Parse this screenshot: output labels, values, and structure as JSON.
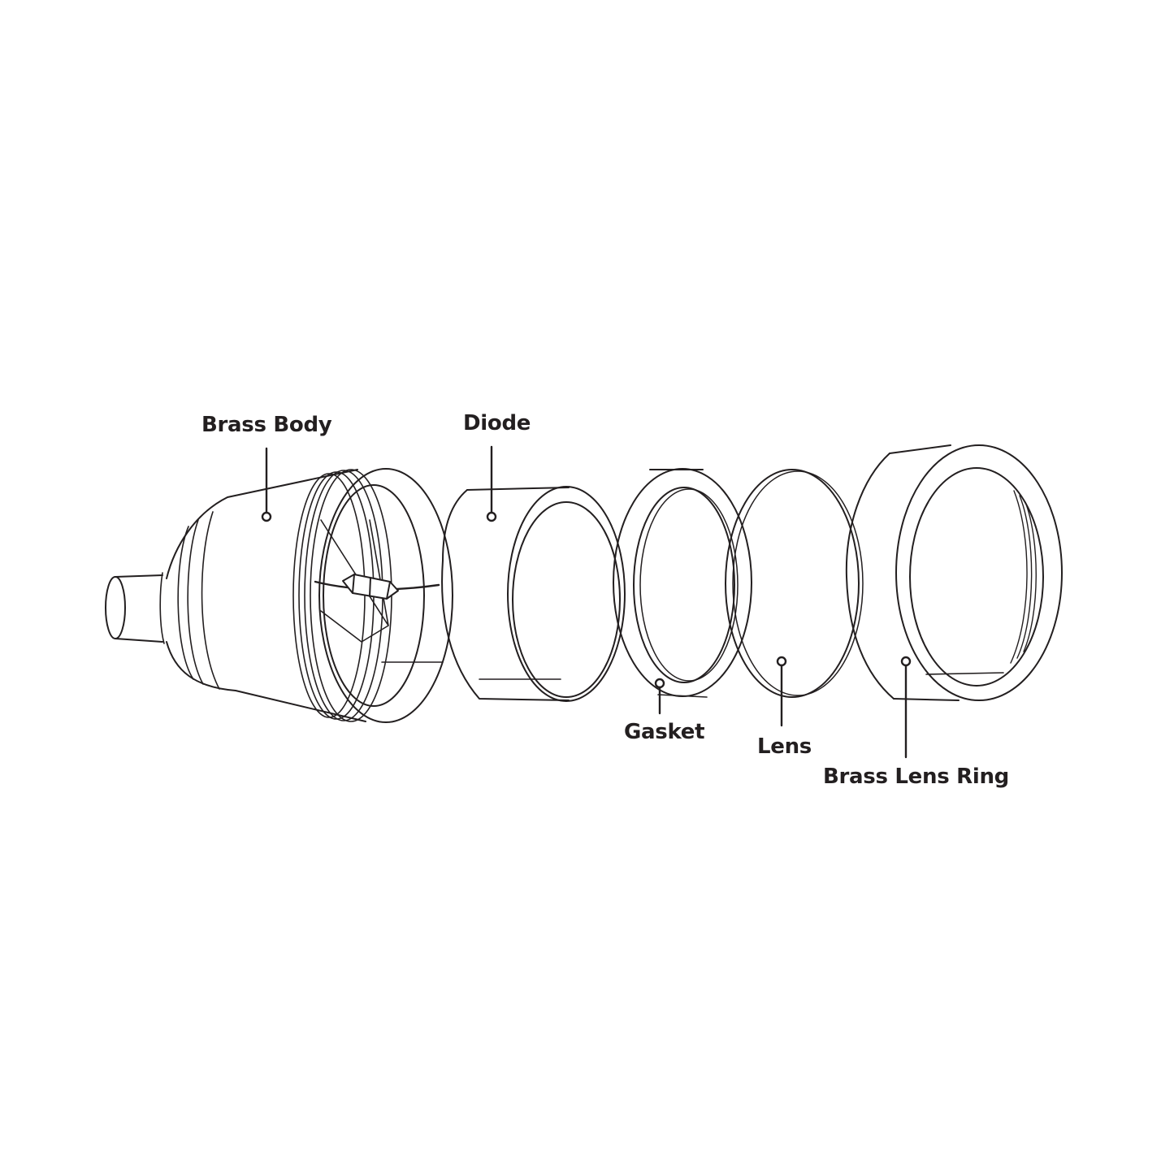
{
  "labels": {
    "brass_body": "Brass Body",
    "diode": "Diode",
    "gasket": "Gasket",
    "lens": "Lens",
    "brass_lens_ring": "Brass Lens Ring"
  },
  "colors": {
    "line": "#231f20",
    "background": "#ffffff"
  }
}
